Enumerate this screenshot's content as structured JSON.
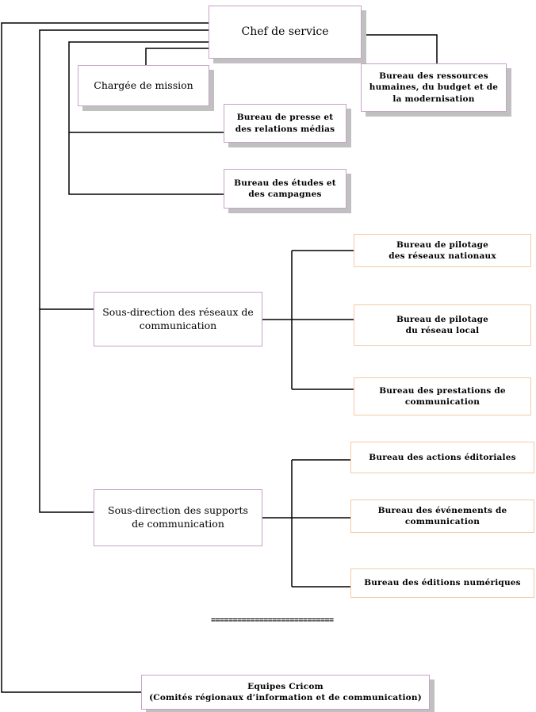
{
  "chef": "Chef de service",
  "chargee": "Chargée de mission",
  "rh": "Bureau des ressources\nhumaines, du budget et de\nla modernisation",
  "presse": "Bureau de presse et\ndes relations médias",
  "etudes": "Bureau des études et\ndes campagnes",
  "sd_reseaux": "Sous-direction des réseaux de\ncommunication",
  "pilotage_nat": "Bureau de pilotage\ndes réseaux nationaux",
  "pilotage_loc": "Bureau de pilotage\ndu réseau local",
  "prestations": "Bureau des prestations de\ncommunication",
  "sd_supports": "Sous-direction des supports\nde communication",
  "actions": "Bureau des actions éditoriales",
  "evenements": "Bureau des événements de\ncommunication",
  "editions": "Bureau des éditions numériques",
  "separator": "============================",
  "cricom": "Equipes Cricom\n(Comités régionaux d’information et de communication)",
  "colors": {
    "border_purple": "#c8a2c8",
    "border_orange": "#f2c9a8",
    "shadow": "#c0c0c0",
    "line": "#000000"
  }
}
